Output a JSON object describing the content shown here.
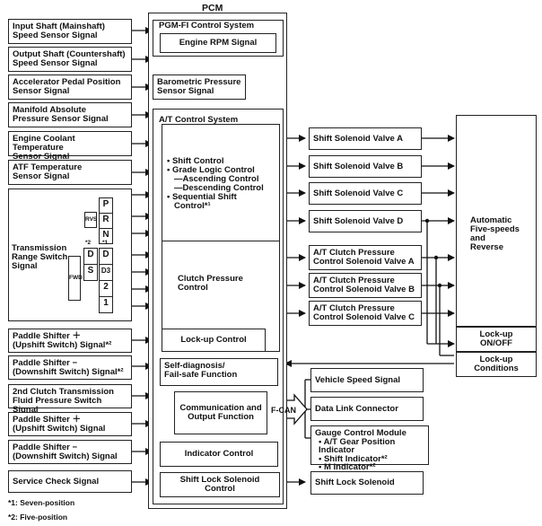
{
  "pcm_title": "PCM",
  "pgm_fi_title": "PGM-FI Control System",
  "engine_rpm": "Engine RPM Signal",
  "baro": [
    "Barometric Pressure",
    "Sensor Signal"
  ],
  "at_title": "A/T Control System",
  "inputs": [
    [
      "Input Shaft (Mainshaft)",
      "Speed Sensor Signal"
    ],
    [
      "Output Shaft (Countershaft)",
      "Speed Sensor Signal"
    ],
    [
      "Accelerator Pedal Position",
      "Sensor Signal"
    ],
    [
      "Manifold Absolute",
      "Pressure Sensor Signal"
    ],
    [
      "Engine Coolant Temperature",
      "Sensor Signal"
    ],
    [
      "ATF Temperature",
      "Sensor Signal"
    ]
  ],
  "trs_label": [
    "Transmission",
    "Range Switch",
    "Signal"
  ],
  "trs_positions": [
    "P",
    "R",
    "N",
    "D",
    "S",
    "D",
    "D3",
    "2",
    "1"
  ],
  "rvs": "RVS",
  "fwd": "FWD",
  "note_marks": [
    "*2",
    "*1"
  ],
  "lower_inputs": [
    [
      "Paddle Shifter ＋",
      "(Upshift Switch) Signal*²"
    ],
    [
      "Paddle Shifter −",
      "(Downshift Switch) Signal*²"
    ],
    [
      "2nd Clutch Transmission",
      "Fluid Pressure Switch Signal"
    ],
    [
      "Paddle Shifter ＋",
      "(Upshift Switch) Signal"
    ],
    [
      "Paddle Shifter −",
      "(Downshift Switch) Signal"
    ],
    [
      "Service Check Signal",
      ""
    ]
  ],
  "shift_control": [
    "• Shift Control",
    "• Grade Logic Control",
    "—Ascending Control",
    "—Descending Control",
    "• Sequential Shift",
    "Control*¹"
  ],
  "clutch_pressure": [
    "Clutch Pressure",
    "Control"
  ],
  "lockup_control": "Lock-up Control",
  "self_diag": [
    "Self-diagnosis/",
    "Fail-safe Function"
  ],
  "comm": [
    "Communication and",
    "Output Function"
  ],
  "fcan": "F-CAN",
  "indicator": "Indicator Control",
  "shift_lock_ctrl": [
    "Shift Lock Solenoid",
    "Control"
  ],
  "outputs_solenoid": [
    [
      "Shift Solenoid Valve A"
    ],
    [
      "Shift Solenoid Valve B"
    ],
    [
      "Shift Solenoid Valve C"
    ],
    [
      "Shift Solenoid Valve D"
    ],
    [
      "A/T Clutch Pressure",
      "Control Solenoid Valve A"
    ],
    [
      "A/T Clutch Pressure",
      "Control Solenoid Valve B"
    ],
    [
      "A/T Clutch Pressure",
      "Control Solenoid Valve C"
    ]
  ],
  "auto_trans": [
    "Automatic",
    "Five-speeds",
    "and",
    "Reverse"
  ],
  "lockup_onoff": [
    "Lock-up",
    "ON/OFF"
  ],
  "lockup_cond": [
    "Lock-up",
    "Conditions"
  ],
  "vehicle_speed": "Vehicle Speed Signal",
  "dlc": "Data Link Connector",
  "gauge": [
    "Gauge Control Module",
    "• A/T Gear Position Indicator",
    "• Shift Indicator*²",
    "• M Indicator*²"
  ],
  "shift_lock": "Shift Lock Solenoid",
  "footnotes": [
    "*1: Seven-position",
    "*2: Five-position"
  ]
}
